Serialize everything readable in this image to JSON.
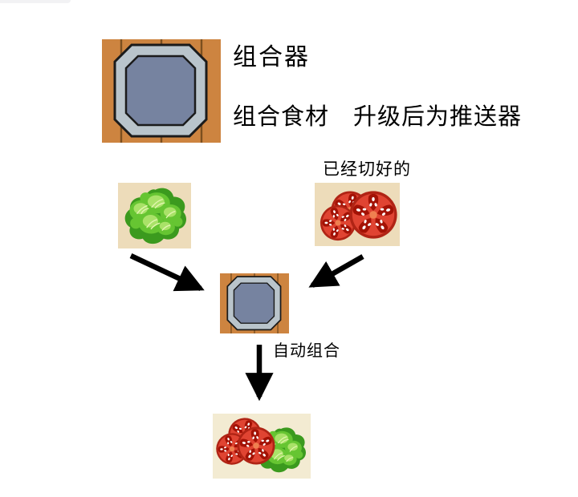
{
  "combiner": {
    "title": "组合器",
    "description": "组合食材　升级后为推送器"
  },
  "labels": {
    "tomato_note": "已经切好的",
    "auto_combine": "自动组合"
  },
  "sprites": {
    "combiner_tile": "wood-tile-with-octagon-combiner",
    "lettuce": "lettuce-sprite",
    "tomato_slices": "cut-tomato-slices-sprite",
    "combined_result": "tomato-and-lettuce-combined-sprite",
    "arrows": "black-flow-arrows"
  },
  "palette": {
    "bg": "#ffffff",
    "ink": "#000000",
    "wood": "#cd8440",
    "wood_line": "#7c4f1f",
    "oct_outer": "#b9c4cb",
    "oct_inner": "#7683a0",
    "outline": "#1b1b1b",
    "tile_tan": "#eddcba",
    "tile_cream": "#f3ebd2",
    "lettuce_dark": "#3b9a1e",
    "lettuce_mid": "#66c532",
    "lettuce_light": "#a9e268",
    "lettuce_vein": "#e2f5b0",
    "tomato_rim": "#b02415",
    "tomato_red": "#e04432",
    "tomato_wedge": "#a31205",
    "tomato_center": "#ef8050",
    "tomato_seed": "#ffffff",
    "arrow": "#000000"
  }
}
